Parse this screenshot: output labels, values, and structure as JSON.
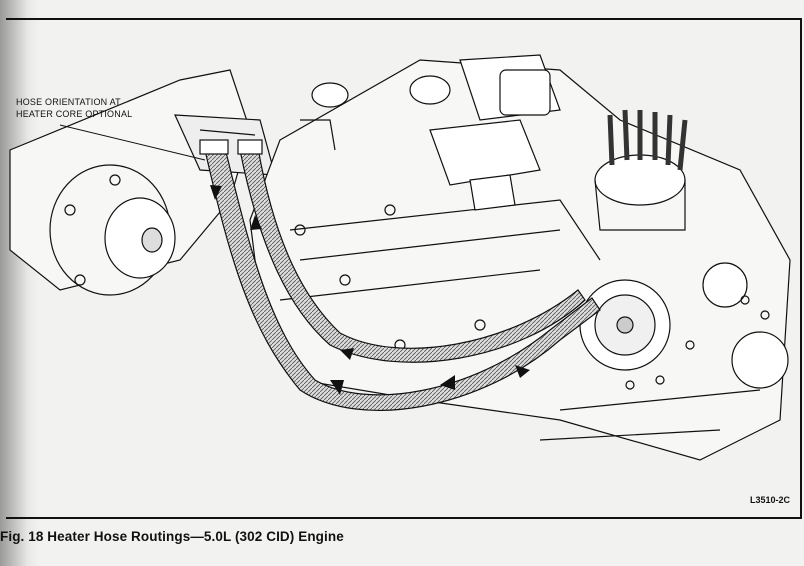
{
  "figure": {
    "callout": {
      "line1": "HOSE ORIENTATION AT",
      "line2": "HEATER CORE OPTIONAL"
    },
    "figure_id": "L3510-2C",
    "caption": "Fig. 18 Heater Hose Routings—5.0L (302 CID) Engine"
  },
  "colors": {
    "ink": "#111111",
    "paper": "#f2f2f0"
  }
}
